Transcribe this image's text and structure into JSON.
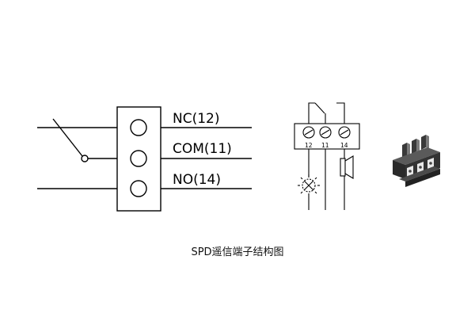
{
  "caption": "SPD遥信端子结构图",
  "main_terminal": {
    "labels": [
      "NC(12)",
      "COM(11)",
      "NO(14)"
    ]
  },
  "small_terminal": {
    "labels": [
      "12",
      "11",
      "14"
    ]
  }
}
